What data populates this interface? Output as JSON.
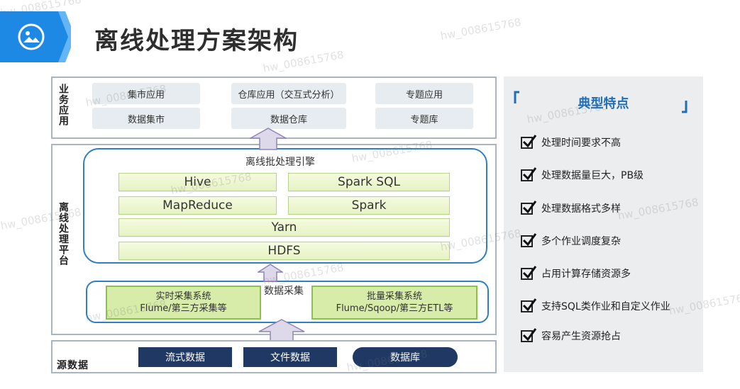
{
  "header": {
    "title": "离线处理方案架构",
    "icon": "image-icon",
    "accent_color": "#1e88e5"
  },
  "layers": {
    "business": {
      "label": "业务应用",
      "apps": [
        "集市应用",
        "仓库应用（交互式分析）",
        "专题应用"
      ],
      "stores": [
        "数据集市",
        "数据仓库",
        "专题库"
      ]
    },
    "platform": {
      "label": "离线处理平台",
      "engine": {
        "title": "离线批处理引擎",
        "components": [
          "Hive",
          "Spark SQL",
          "MapReduce",
          "Spark",
          "Yarn",
          "HDFS"
        ]
      },
      "collection": {
        "title": "数据采集",
        "realtime": {
          "line1": "实时采集系统",
          "line2": "Flume/第三方采集等"
        },
        "batch": {
          "line1": "批量采集系统",
          "line2": "Flume/Sqoop/第三方ETL等"
        }
      }
    },
    "source": {
      "label": "源数据",
      "items": [
        "流式数据",
        "文件数据",
        "数据库"
      ]
    }
  },
  "features": {
    "title": "典型特点",
    "items": [
      "处理时间要求不高",
      "处理数据量巨大，PB级",
      "处理数据格式多样",
      "多个作业调度复杂",
      "占用计算存储资源多",
      "支持SQL类作业和自定义作业",
      "容易产生资源抢占"
    ]
  },
  "watermark": "hw_008615768",
  "colors": {
    "frame_blue": "#2f7fc1",
    "source_navy": "#1f3864",
    "feature_title": "#1f6fb8",
    "component_green": "#e6f2c3"
  }
}
